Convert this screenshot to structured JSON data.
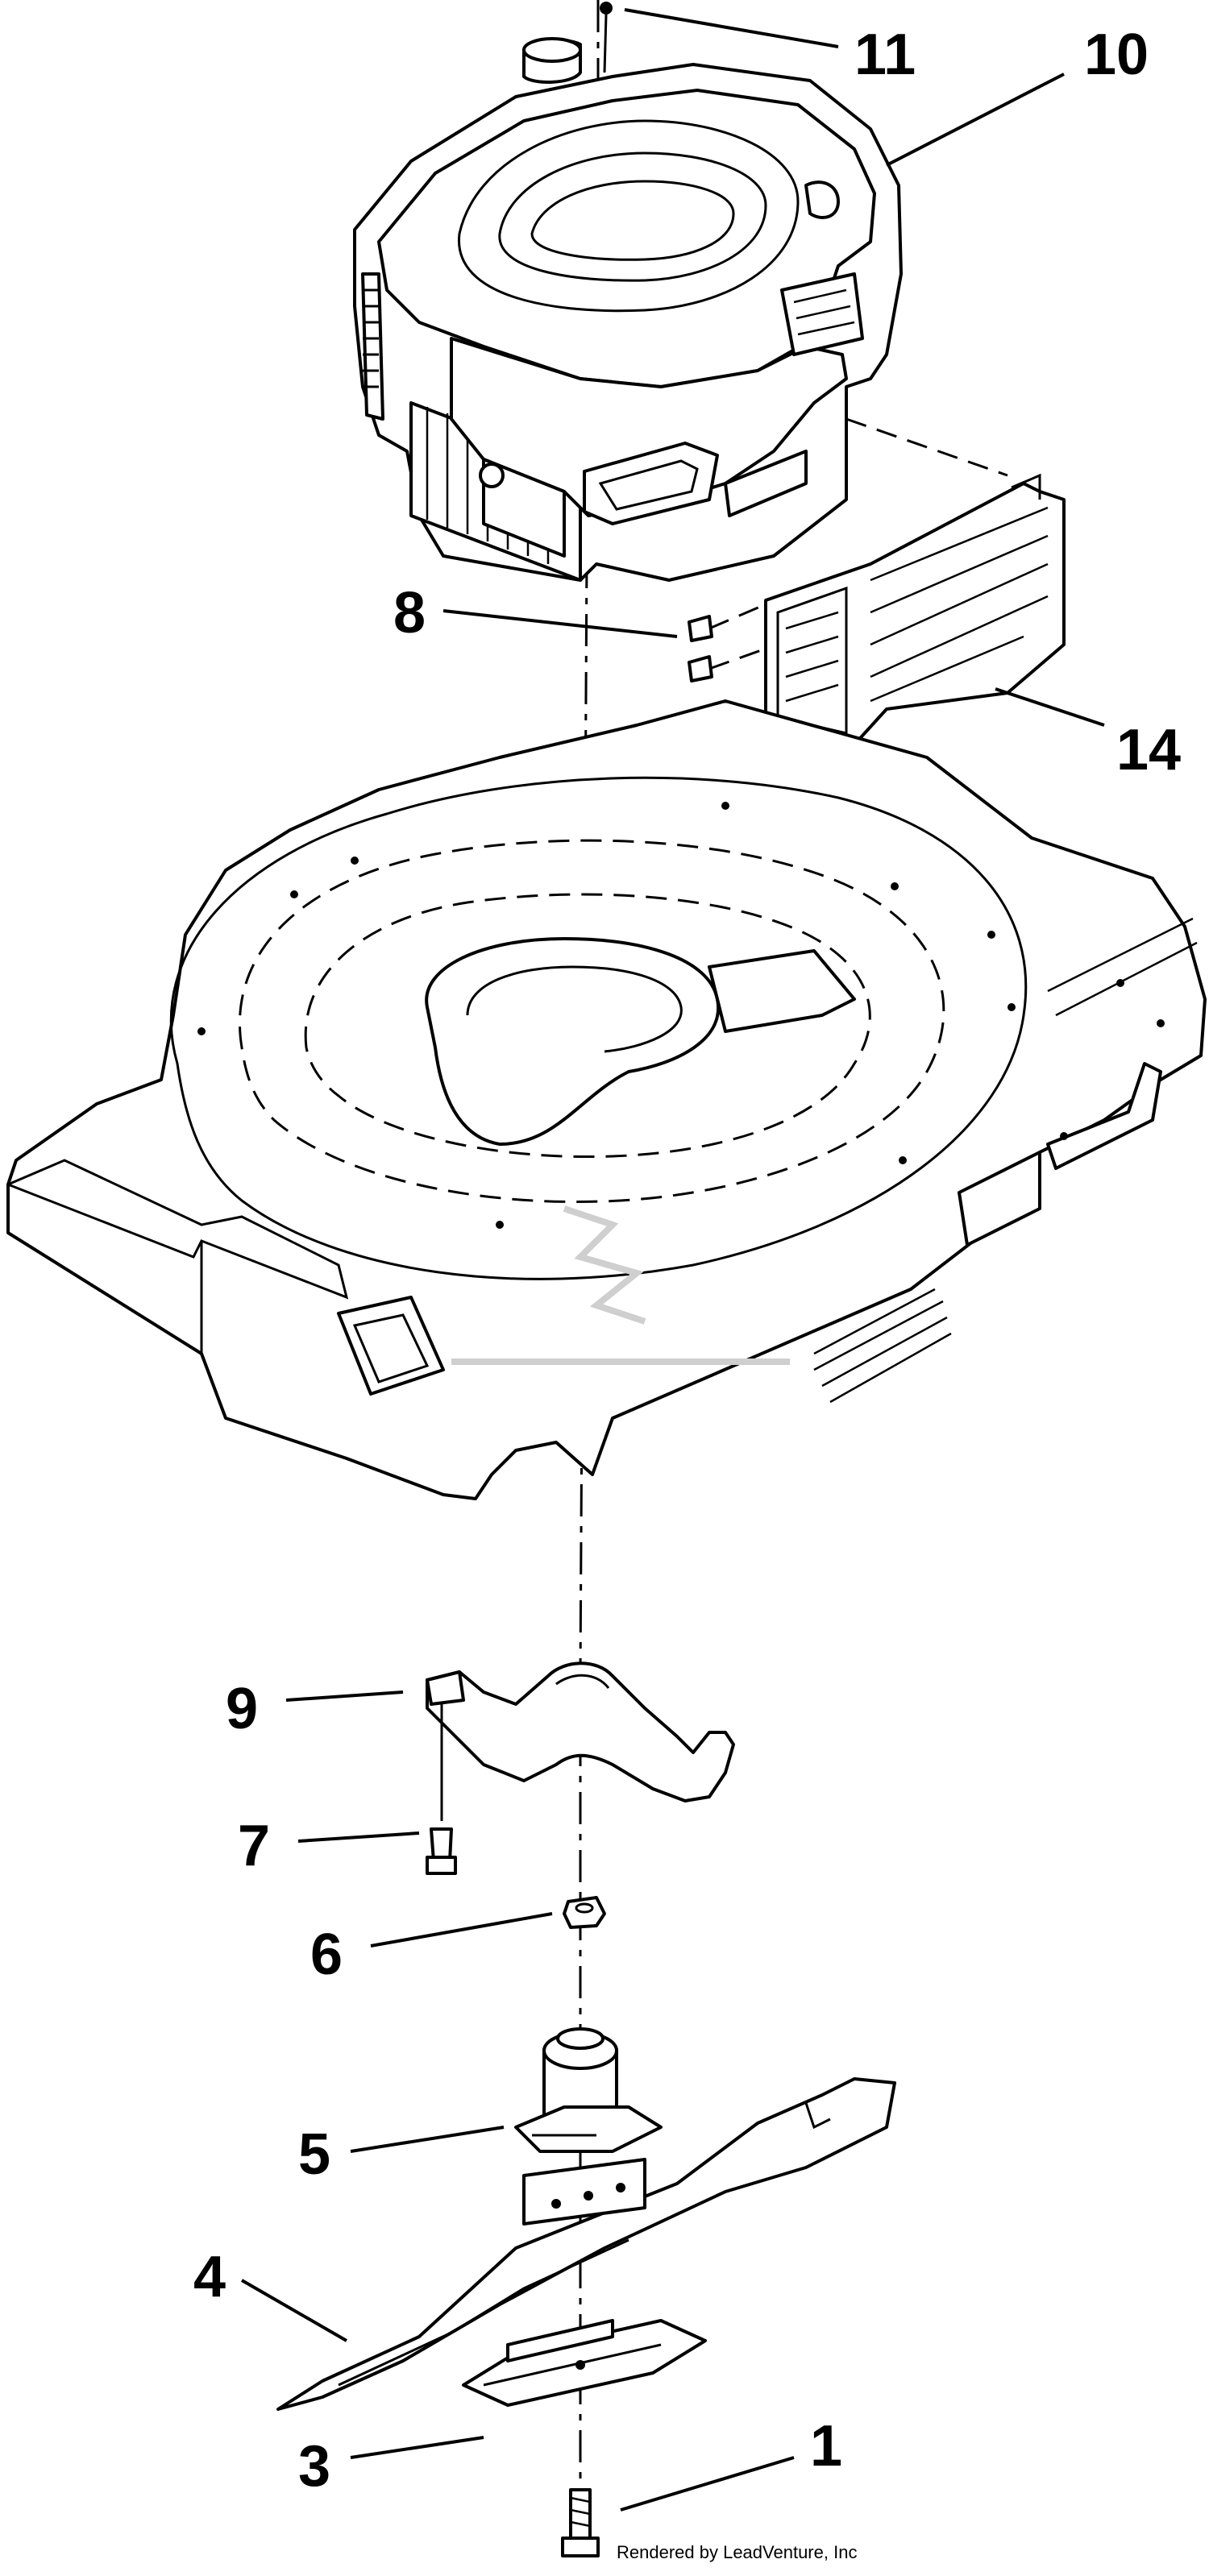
{
  "callouts": {
    "c1": "1",
    "c3": "3",
    "c4": "4",
    "c5": "5",
    "c6": "6",
    "c7": "7",
    "c8": "8",
    "c9": "9",
    "c10": "10",
    "c11": "11",
    "c14": "14"
  },
  "credit": "Rendered by LeadVenture, Inc"
}
